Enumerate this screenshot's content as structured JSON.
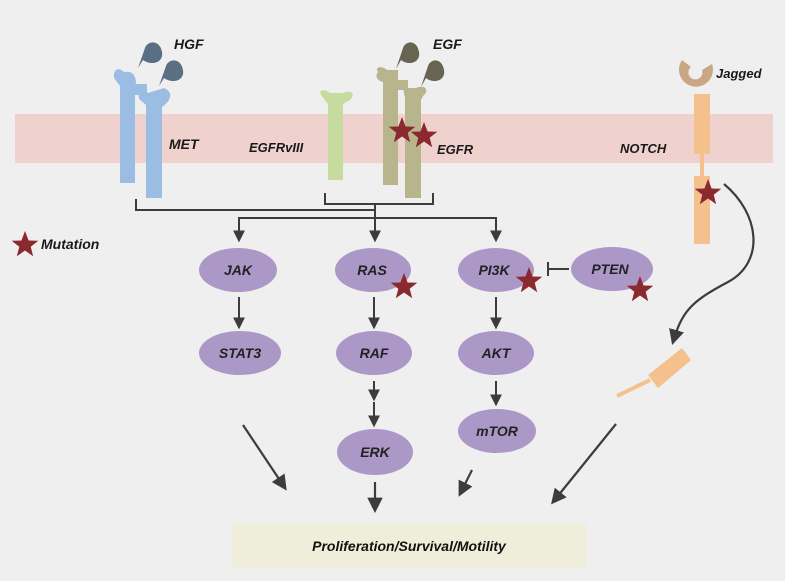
{
  "ligands": {
    "hgf": "HGF",
    "egf": "EGF",
    "jagged": "Jagged"
  },
  "receptors": {
    "met": "MET",
    "egfrviii": "EGFRvIII",
    "egfr": "EGFR",
    "notch": "NOTCH"
  },
  "legend": {
    "mutation": "Mutation"
  },
  "nodes": {
    "jak": "JAK",
    "stat3": "STAT3",
    "ras": "RAS",
    "raf": "RAF",
    "erk": "ERK",
    "pi3k": "PI3K",
    "akt": "AKT",
    "mtor": "mTOR",
    "pten": "PTEN"
  },
  "outcome": "Proliferation/Survival/Motility",
  "colors": {
    "background": "#efefef",
    "membrane": "#efd1cd",
    "met_receptor": "#9bbde3",
    "egfrviii_receptor": "#c6dc9e",
    "egfr_receptor": "#b8b48c",
    "notch_receptor": "#f4c08c",
    "hgf_ligand": "#5a6e84",
    "egf_ligand": "#676451",
    "jagged_ligand": "#c9a785",
    "node_fill": "#ab98c6",
    "mutation_star": "#8b2a2e",
    "outcome_box": "#eeeedb",
    "arrows": "#3c3c3c"
  }
}
